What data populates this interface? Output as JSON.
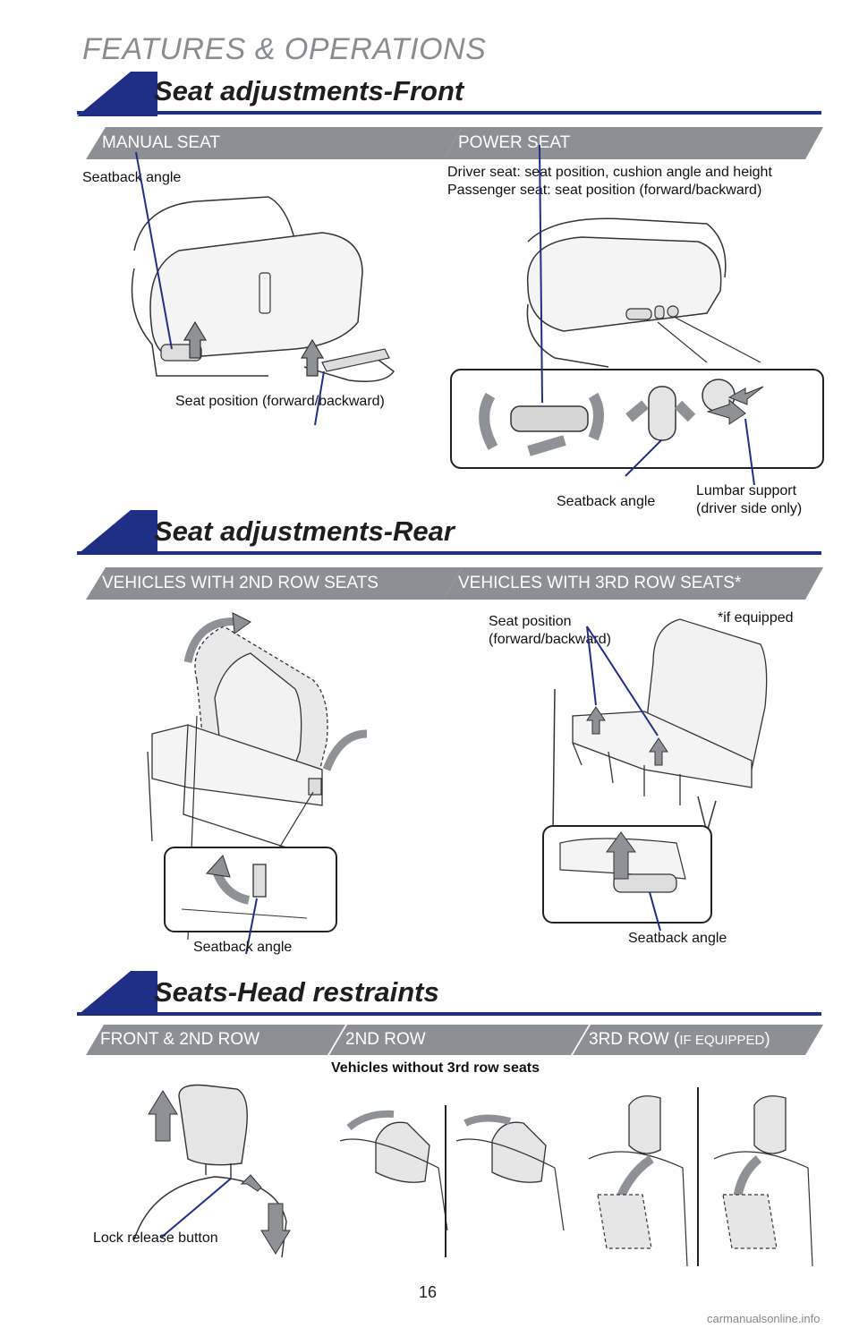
{
  "page": {
    "header": "FEATURES & OPERATIONS",
    "page_number": "16",
    "watermark": "carmanualsonline.info"
  },
  "sections": {
    "front": {
      "title": "Seat adjustments-Front",
      "tab_left": "MANUAL SEAT",
      "tab_right": "POWER SEAT",
      "manual_labels": {
        "seatback_angle": "Seatback angle",
        "seat_position": "Seat position (forward/backward)"
      },
      "power_labels": {
        "driver_line": "Driver seat: seat position, cushion angle and height",
        "passenger_line": "Passenger seat: seat position (forward/backward)",
        "seatback_angle": "Seatback angle",
        "lumbar_line1": "Lumbar support",
        "lumbar_line2": "(driver side only)"
      }
    },
    "rear": {
      "title": "Seat adjustments-Rear",
      "tab_left": "VEHICLES WITH 2ND ROW SEATS",
      "tab_right": "VEHICLES WITH 3RD ROW SEATS*",
      "left_labels": {
        "seatback_angle": "Seatback angle"
      },
      "right_labels": {
        "seat_position_line1": "Seat position",
        "seat_position_line2": "(forward/backward)",
        "if_equipped": "*if equipped",
        "seatback_angle": "Seatback angle"
      }
    },
    "head": {
      "title": "Seats-Head restraints",
      "tab1": "FRONT & 2ND ROW",
      "tab2": "2ND ROW",
      "tab3_main": "3RD ROW (",
      "tab3_small": "IF EQUIPPED",
      "tab3_end": ")",
      "subheading": "Vehicles without 3rd row seats",
      "lock_release": "Lock release button"
    }
  },
  "colors": {
    "brand_blue": "#1f2f86",
    "tab_gray": "#8c8f93",
    "arrow_gray": "#8e9195",
    "header_gray": "#8a8d90"
  }
}
